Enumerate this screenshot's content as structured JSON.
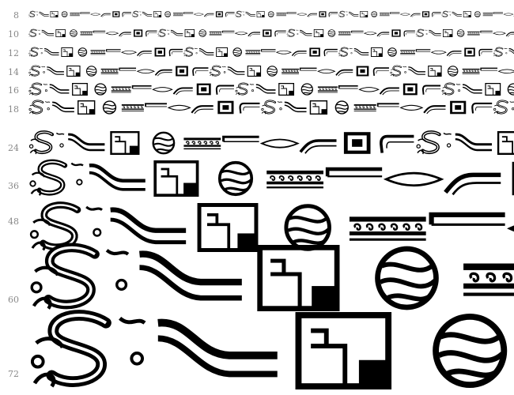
{
  "size_labels": [
    "8",
    "10",
    "12",
    "14",
    "16",
    "18",
    "24",
    "36",
    "48",
    "60",
    "72"
  ],
  "colors": {
    "ink": "#000000",
    "label": "#888888",
    "paper": "#ffffff"
  },
  "glyph_sequence": [
    "letter-s-swash-icon",
    "curved-bar-icon",
    "corner-square-icon",
    "swirl-ball-icon",
    "ornament-border-icon",
    "straight-bar-icon",
    "lens-rule-icon",
    "bent-bar-icon",
    "framed-square-icon",
    "hook-bar-icon"
  ]
}
